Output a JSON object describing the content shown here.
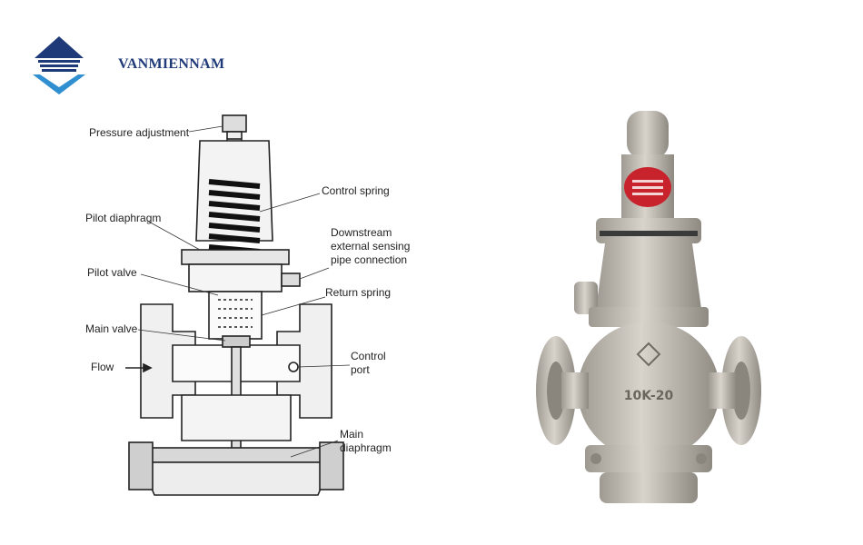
{
  "brand": {
    "name": "VANMIENNAM",
    "color": "#1f3a78",
    "accent": "#2f8fd0"
  },
  "diagram": {
    "labels": {
      "pressure_adjustment": "Pressure adjustment",
      "control_spring": "Control spring",
      "pilot_diaphragm": "Pilot diaphragm",
      "downstream_1": "Downstream",
      "downstream_2": "external sensing",
      "downstream_3": "pipe connection",
      "pilot_valve": "Pilot valve",
      "return_spring": "Return spring",
      "main_valve": "Main valve",
      "control_port_1": "Control",
      "control_port_2": "port",
      "flow": "Flow",
      "main_diaphragm_1": "Main",
      "main_diaphragm_2": "diaphragm"
    }
  },
  "photo": {
    "body_marking": "10K-20",
    "body_color": "#c9c4ba",
    "tag_color": "#c8232c"
  }
}
